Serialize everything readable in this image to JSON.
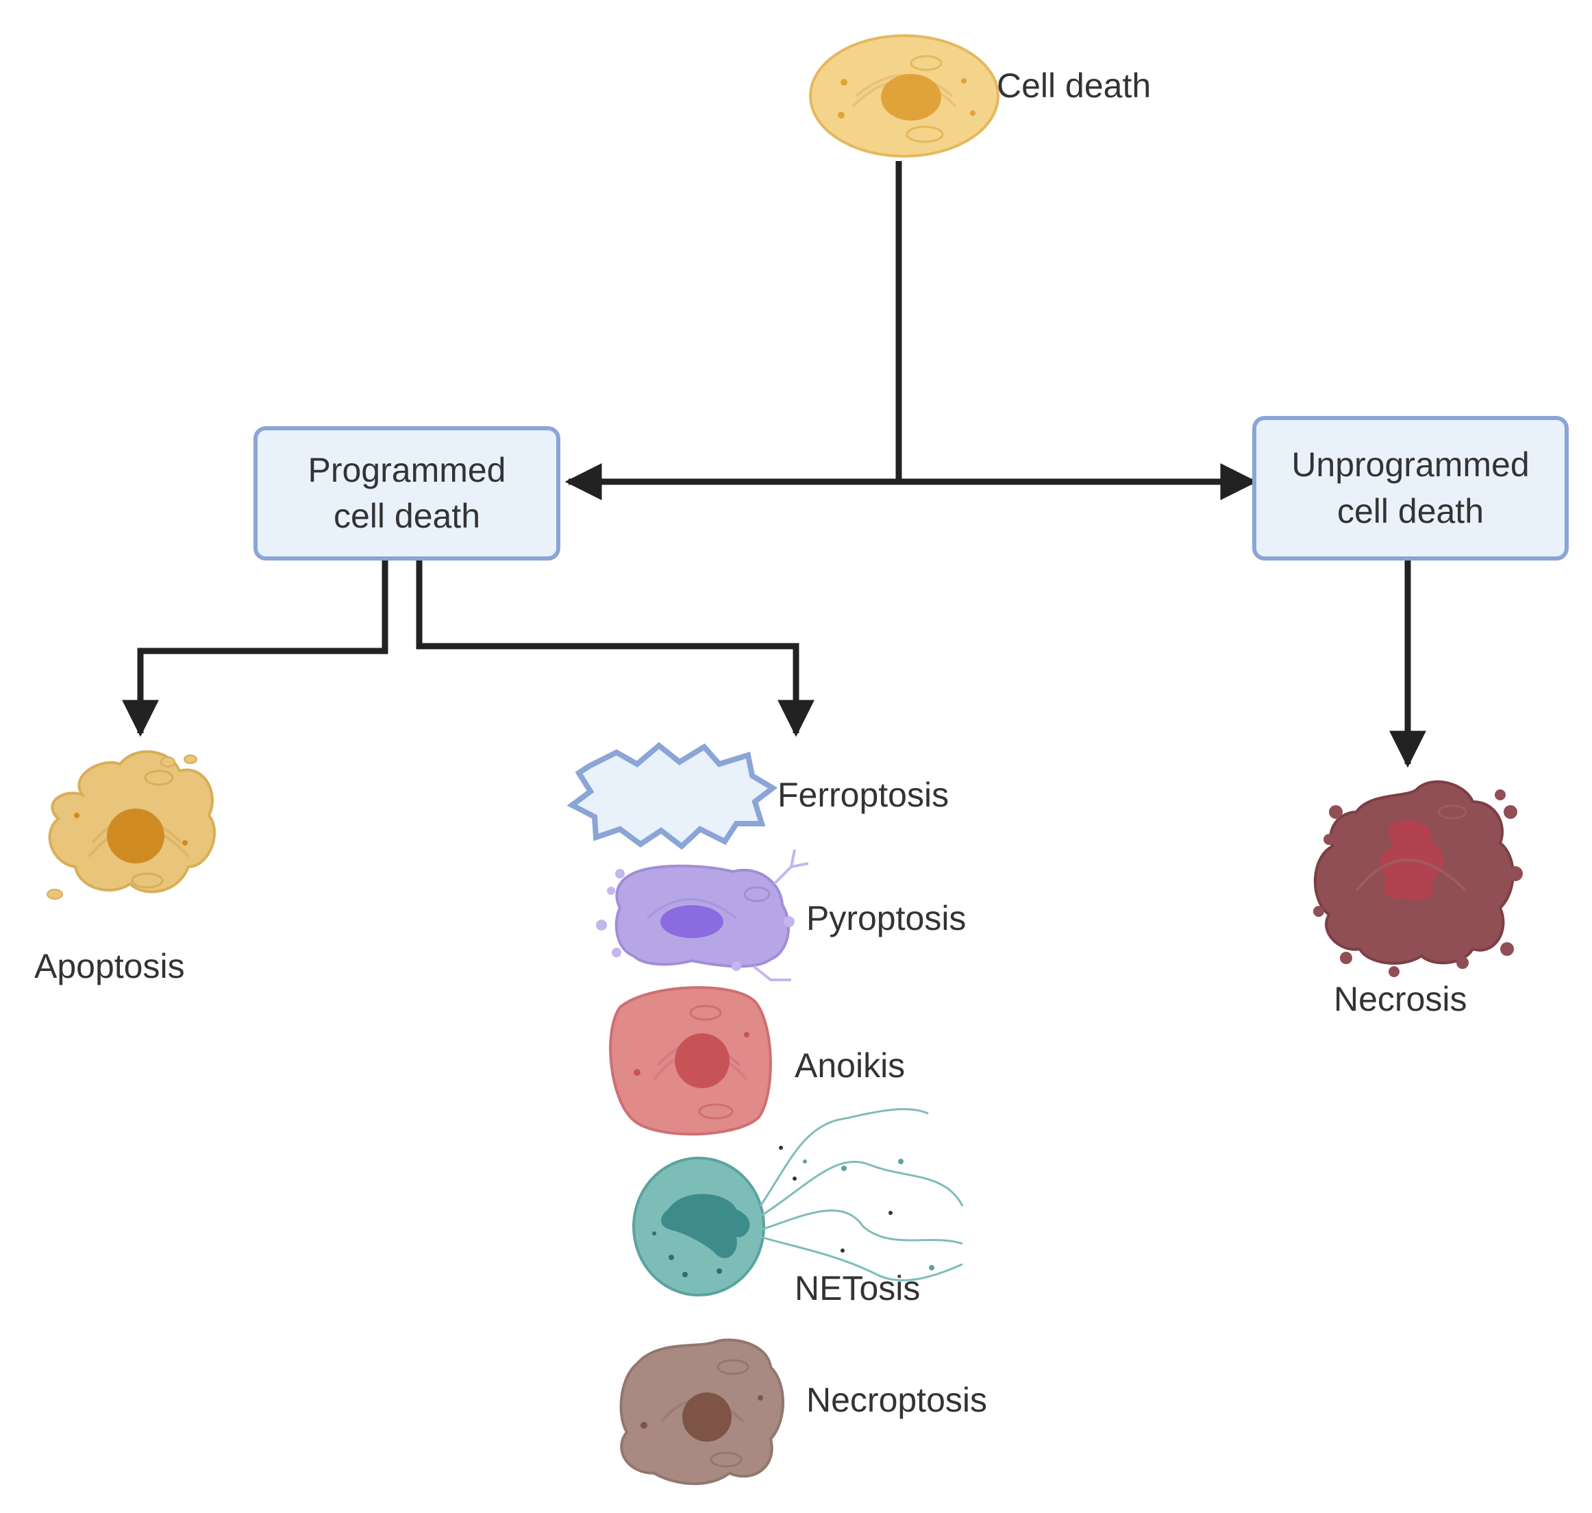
{
  "diagram": {
    "root": {
      "label": "Cell death"
    },
    "branches": {
      "programmed": {
        "line1": "Programmed",
        "line2": "cell death"
      },
      "unprogrammed": {
        "line1": "Unprogrammed",
        "line2": "cell death"
      }
    },
    "leaves": {
      "apoptosis": "Apoptosis",
      "ferroptosis": "Ferroptosis",
      "pyroptosis": "Pyroptosis",
      "anoikis": "Anoikis",
      "netosis": "NETosis",
      "necroptosis": "Necroptosis",
      "necrosis": "Necrosis"
    },
    "colors": {
      "arrow": "#222222",
      "box_fill": "#e9f1fb",
      "box_border": "#8aa5d6",
      "cell_yellow": "#f4d48a",
      "apoptosis_cell": "#e8c57a",
      "ferroptosis_cell": "#e9f1fb",
      "pyroptosis_cell": "#b7a6e6",
      "anoikis_cell": "#e08a8a",
      "netosis_cell": "#7dbdb8",
      "necroptosis_cell": "#a88a82",
      "necrosis_cell": "#8f4f55"
    }
  }
}
